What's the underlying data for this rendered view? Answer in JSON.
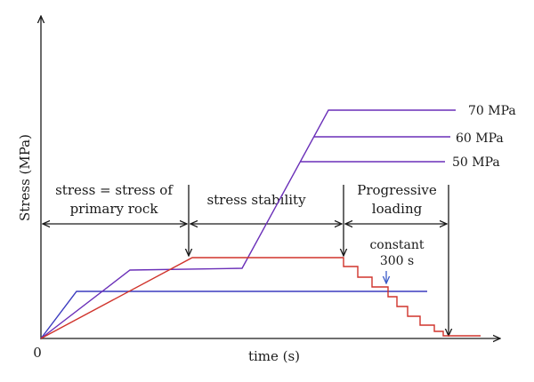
{
  "diagram": {
    "x_axis_label": "time (s)",
    "y_axis_label": "Stress (MPa)",
    "origin_label": "0",
    "phases": [
      {
        "lines": [
          "stress = stress of",
          "primary rock"
        ]
      },
      {
        "lines": [
          "stress stability"
        ]
      },
      {
        "lines": [
          "Progressive",
          "loading"
        ]
      }
    ],
    "annotation_lines": [
      "constant",
      "300 s"
    ],
    "level_labels": [
      "70 MPa",
      "60 MPa",
      "50 MPa"
    ],
    "colors": {
      "axes": "#1a1a1a",
      "red_path": "#d0342c",
      "purple_path": "#6a2fb8",
      "blue_path": "#3b3bbf",
      "annotation_arrow": "#3b5bc8"
    }
  }
}
